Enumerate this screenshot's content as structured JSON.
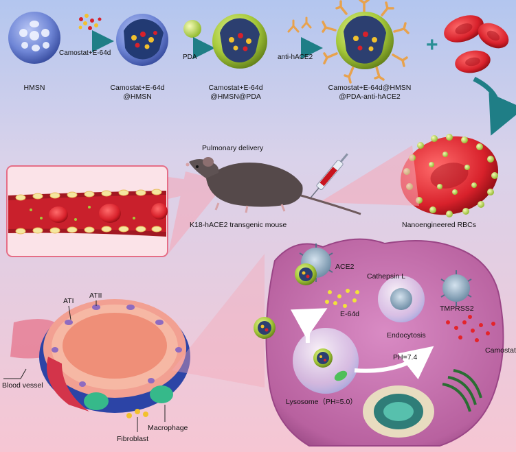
{
  "top_row": {
    "hmsn": "HMSN",
    "step1_label": "Camostat+E-64d",
    "product1_line1": "Camostat+E-64d",
    "product1_line2": "@HMSN",
    "step2_label": "PDA",
    "product2_line1": "Camostat+E-64d",
    "product2_line2": "@HMSN@PDA",
    "step3_label": "anti-hACE2",
    "product3_line1": "Camostat+E-64d@HMSN",
    "product3_line2": "@PDA-anti-hACE2",
    "plus": "+"
  },
  "middle": {
    "pulmonary_delivery": "Pulmonary delivery",
    "mouse_label": "K18-hACE2 transgenic mouse",
    "rbc_label": "Nanoengineered RBCs"
  },
  "alveolus": {
    "ati": "ATI",
    "atii": "ATII",
    "blood_vessel": "Blood vessel",
    "macrophage": "Macrophage",
    "fibroblast": "Fibroblast"
  },
  "cell": {
    "ace2": "ACE2",
    "cathepsin": "Cathepsin L",
    "e64d": "E-64d",
    "endocytosis": "Endocytosis",
    "tmprss2": "TMPRSS2",
    "ph74": "PH=7.4",
    "camostat": "Camostat",
    "lysosome": "Lysosome（PH=5.0）"
  },
  "colors": {
    "bg_top": "#b8c8ee",
    "bg_bottom": "#f4c6d4",
    "nanoparticle_blue": "#6f86d6",
    "pda_green": "#a6c93a",
    "antibody_orange": "#e8a24d",
    "rbc_red": "#d8212b",
    "cell_purple": "#b8619f",
    "arrow_teal": "#2a8f95"
  }
}
